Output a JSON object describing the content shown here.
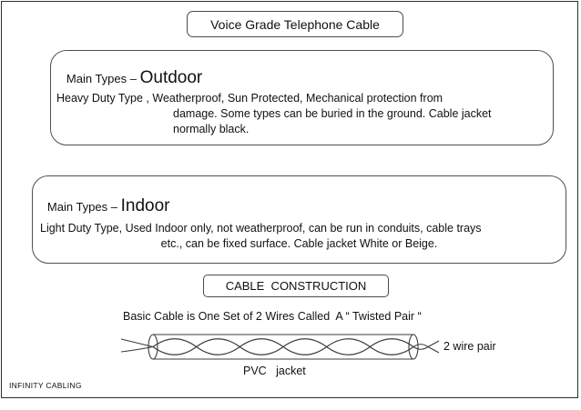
{
  "slide": {
    "title": "Voice Grade Telephone Cable",
    "outdoor_box": {
      "heading_prefix": "Main Types – ",
      "heading_emphasis": "Outdoor",
      "line1": "Heavy Duty Type , Weatherproof, Sun Protected, Mechanical protection from",
      "line2": "damage. Some types can be buried in the ground. Cable jacket",
      "line3": "normally black."
    },
    "indoor_box": {
      "heading_prefix": "Main Types – ",
      "heading_emphasis": "Indoor",
      "line1": "Light Duty Type, Used Indoor only, not weatherproof, can be run in conduits, cable trays",
      "line2": "etc., can be fixed surface. Cable jacket White or Beige."
    },
    "construction": {
      "box_label": "CABLE  CONSTRUCTION",
      "caption": "Basic Cable is One Set of 2 Wires Called  A “ Twisted Pair “",
      "wire_label": "2 wire pair",
      "jacket_label": "PVC   jacket"
    },
    "footer": "INFINITY CABLING"
  },
  "colors": {
    "background": "#ffffff",
    "text": "#111111",
    "border": "#4a4a4a",
    "diagram_stroke": "#3c3c3c"
  }
}
